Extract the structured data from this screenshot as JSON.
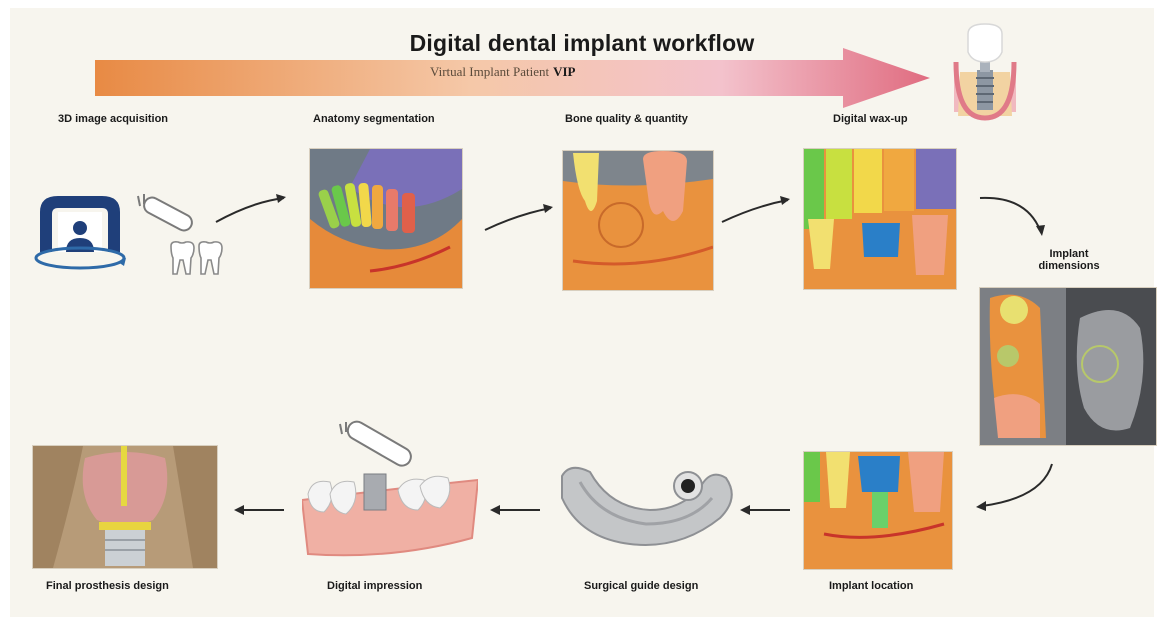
{
  "title": "Digital dental implant workflow",
  "banner": {
    "text": "Virtual Implant Patient",
    "abbr": "VIP"
  },
  "steps": {
    "acquisition": "3D image acquisition",
    "segmentation": "Anatomy segmentation",
    "bone": "Bone quality & quantity",
    "waxup": "Digital wax-up",
    "dimensions_line1": "Implant",
    "dimensions_line2": "dimensions",
    "location": "Implant location",
    "guide": "Surgical guide design",
    "impression": "Digital impression",
    "final": "Final prosthesis design"
  },
  "colors": {
    "arrow_start": "#e8904a",
    "arrow_end": "#e27a8a",
    "bone": "#e8913c",
    "navy": "#1f3f7a"
  },
  "icons": [
    "scanner-icon",
    "intraoral-scanner-icon",
    "teeth-icon",
    "crown-implant-icon"
  ]
}
